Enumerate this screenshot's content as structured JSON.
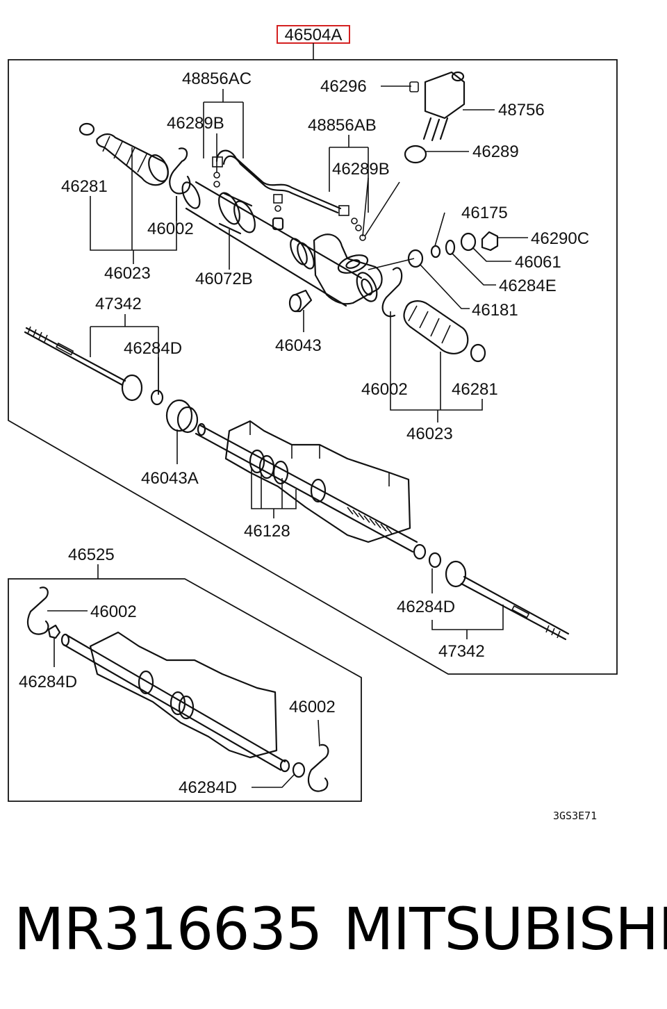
{
  "assembly_label": "46504A",
  "diagram_code": "3GS3E71",
  "callouts": {
    "c46296": "46296",
    "c48756": "48756",
    "c46289": "46289",
    "c48856AC": "48856AC",
    "c46289B_left": "46289B",
    "c48856AB": "48856AB",
    "c46289B_right": "46289B",
    "c46281_left": "46281",
    "c46002_upper_left": "46002",
    "c46023_left": "46023",
    "c46072B": "46072B",
    "c46175": "46175",
    "c46290C": "46290C",
    "c46061": "46061",
    "c46284E": "46284E",
    "c46181": "46181",
    "c46043": "46043",
    "c47342_left": "47342",
    "c46284D_left": "46284D",
    "c46002_right": "46002",
    "c46281_right": "46281",
    "c46023_right": "46023",
    "c46043A": "46043A",
    "c46128": "46128",
    "c46284D_right": "46284D",
    "c47342_right": "47342",
    "c46525": "46525",
    "c46002_sub_top": "46002",
    "c46284D_sub_left": "46284D",
    "c46002_sub_right": "46002",
    "c46284D_sub_bottom": "46284D"
  },
  "caption": {
    "part_number": "MR316635",
    "brand": "MITSUBISHI"
  },
  "colors": {
    "ink": "#111111",
    "highlight_box": "#d42020"
  }
}
